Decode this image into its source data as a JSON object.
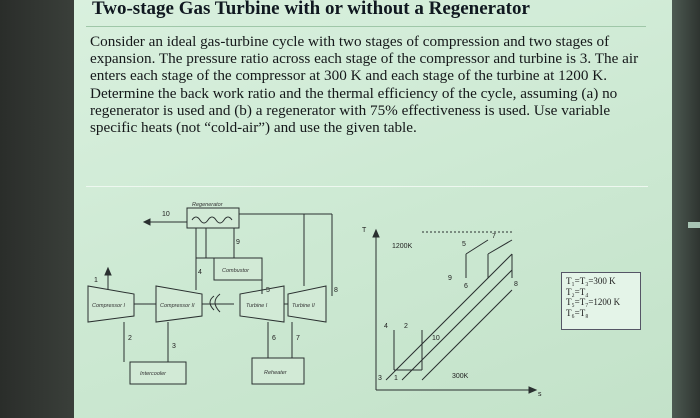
{
  "slide": {
    "title": "Two-stage Gas Turbine with or without a Regenerator",
    "body": "Consider an ideal gas-turbine cycle with two stages of compression and two stages of expansion. The pressure ratio across each stage of the compressor and turbine is 3. The air enters each stage of the compressor at 300 K and each stage of the turbine at 1200 K. Determine the back work ratio and the thermal efficiency of the cycle, assuming (a) no regenerator is used and (b) a regenerator with 75% effectiveness is used. Use variable specific heats (not “cold-air”) and use the given table."
  },
  "schematic": {
    "regenerator": "Regenerator",
    "combustor": "Combustor",
    "compressor1": "Compressor I",
    "compressor2": "Compressor II",
    "turbine1": "Turbine I",
    "turbine2": "Turbine II",
    "intercooler": "Intercooler",
    "reheater": "Reheater",
    "state_labels": [
      "1",
      "2",
      "3",
      "4",
      "5",
      "6",
      "7",
      "8",
      "9",
      "10"
    ]
  },
  "ts_diagram": {
    "t_axis": "T",
    "s_axis": "s",
    "t_high": "1200K",
    "t_low": "300K",
    "point_labels": {
      "p1": "1",
      "p2": "2",
      "p3": "3",
      "p4": "4",
      "p5": "5",
      "p6": "6",
      "p7": "7",
      "p8": "8",
      "p9": "9",
      "p10": "10"
    }
  },
  "legend": {
    "line1": "T₁=T₃=300 K",
    "line2": "T₂=T₄",
    "line3": "T₅=T₇=1200 K",
    "line4": "T₆=T₈"
  },
  "colors": {
    "slide_bg": "#cde9d3",
    "bezel": "#2b2f2c"
  }
}
